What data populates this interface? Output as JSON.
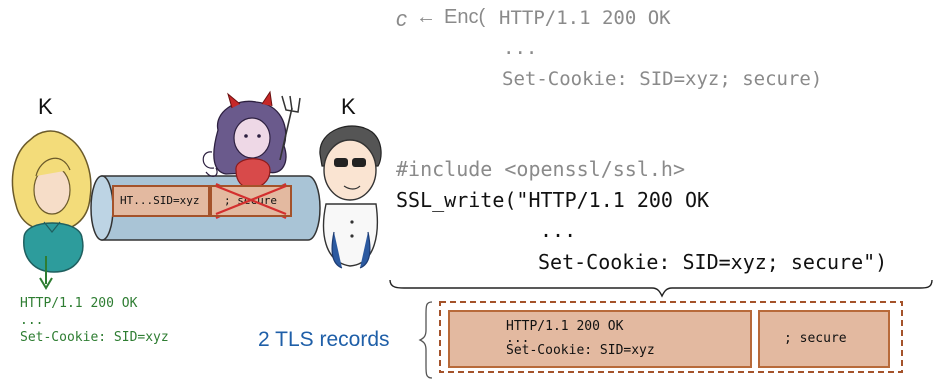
{
  "encryption": {
    "ciphertext": "c",
    "arrow": "←",
    "enc": "Enc(",
    "line1": "HTTP/1.1 200 OK",
    "ellipsis": "...",
    "line3": "Set-Cookie: SID=xyz; secure)"
  },
  "keys": {
    "client_key": "K",
    "server_key": "K"
  },
  "tunnel": {
    "record1": "HT...SID=xyz",
    "record2": "; secure"
  },
  "client_output": {
    "line1": "HTTP/1.1 200 OK",
    "line2": "...",
    "line3": "Set-Cookie: SID=xyz"
  },
  "code": {
    "include": "#include <openssl/ssl.h>",
    "call": "SSL_write(\"HTTP/1.1 200 OK",
    "ellipsis": "...",
    "last": "Set-Cookie: SID=xyz; secure\")"
  },
  "tls": {
    "label": "2 TLS records",
    "record1_line1": "HTTP/1.1 200 OK",
    "record1_line2": "...",
    "record1_line3": "Set-Cookie: SID=xyz",
    "record2": "; secure"
  },
  "colors": {
    "green_arrow": "#2e7d32",
    "tls_label": "#1f5fa8",
    "record_fill": "#e3b9a0",
    "record_border": "#b86a3a",
    "tube_fill": "#a9c4d6"
  },
  "icons": {
    "client": "blonde-person-drawing",
    "server": "person-with-sunglasses-drawing",
    "attacker": "devil-with-pitchfork-drawing",
    "channel": "encrypted-tunnel-pipe"
  }
}
